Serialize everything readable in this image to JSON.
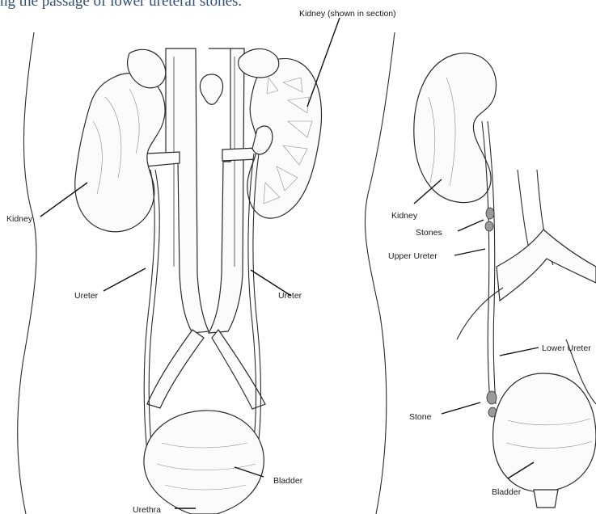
{
  "caption": "ng the passage of lower ureteral stones.",
  "labels": {
    "kidney_cross_section": "Kidney (shown in section)",
    "kidney_left": "Kidney",
    "ureter_left": "Ureter",
    "ureter_right": "Ureter",
    "bladder_main": "Bladder",
    "urethra": "Urethra",
    "kidney_detail": "Kidney",
    "stones_upper": "Stones",
    "upper_ureter": "Upper Ureter",
    "lower_ureter": "Lower Ureter",
    "stone_lower": "Stone",
    "bladder_detail": "Bladder"
  }
}
